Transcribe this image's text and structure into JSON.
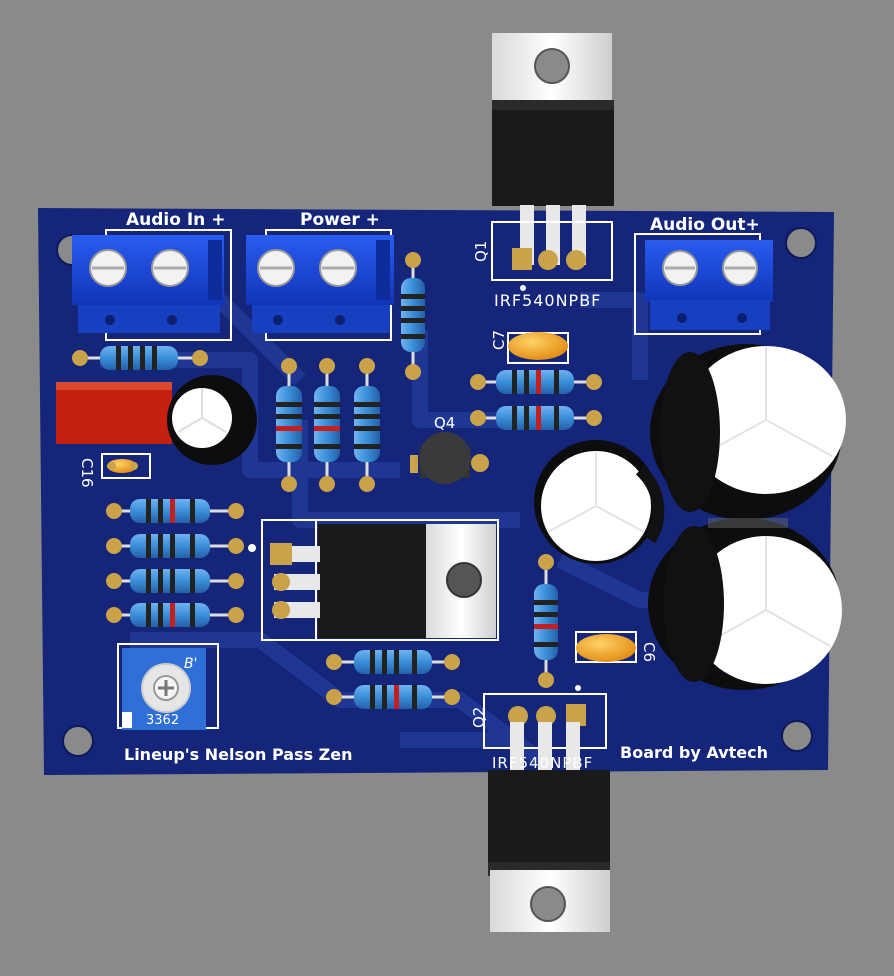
{
  "board": {
    "color": "#14257a",
    "trace_color": "#1e3491",
    "credit_left": "Lineup's Nelson Pass Zen",
    "credit_right": "Board by Avtech"
  },
  "connectors": {
    "audio_in": "Audio In +",
    "power": "Power +",
    "audio_out": "Audio Out+"
  },
  "refdes": {
    "q1": "Q1",
    "q1_part": "IRF540NPBF",
    "q2": "Q2",
    "q2_part": "IRF540NPBF",
    "q4": "Q4",
    "c6": "C6",
    "c7": "C7",
    "c16": "C16"
  },
  "trimmer": {
    "code": "3362",
    "mark": "B'"
  },
  "colors": {
    "terminal_block": "#1747d6",
    "resistor_body": "#3a8ed8",
    "box_cap": "#c62010",
    "ceramic_cap": "#f0a21c",
    "pad": "#c9a24a"
  }
}
